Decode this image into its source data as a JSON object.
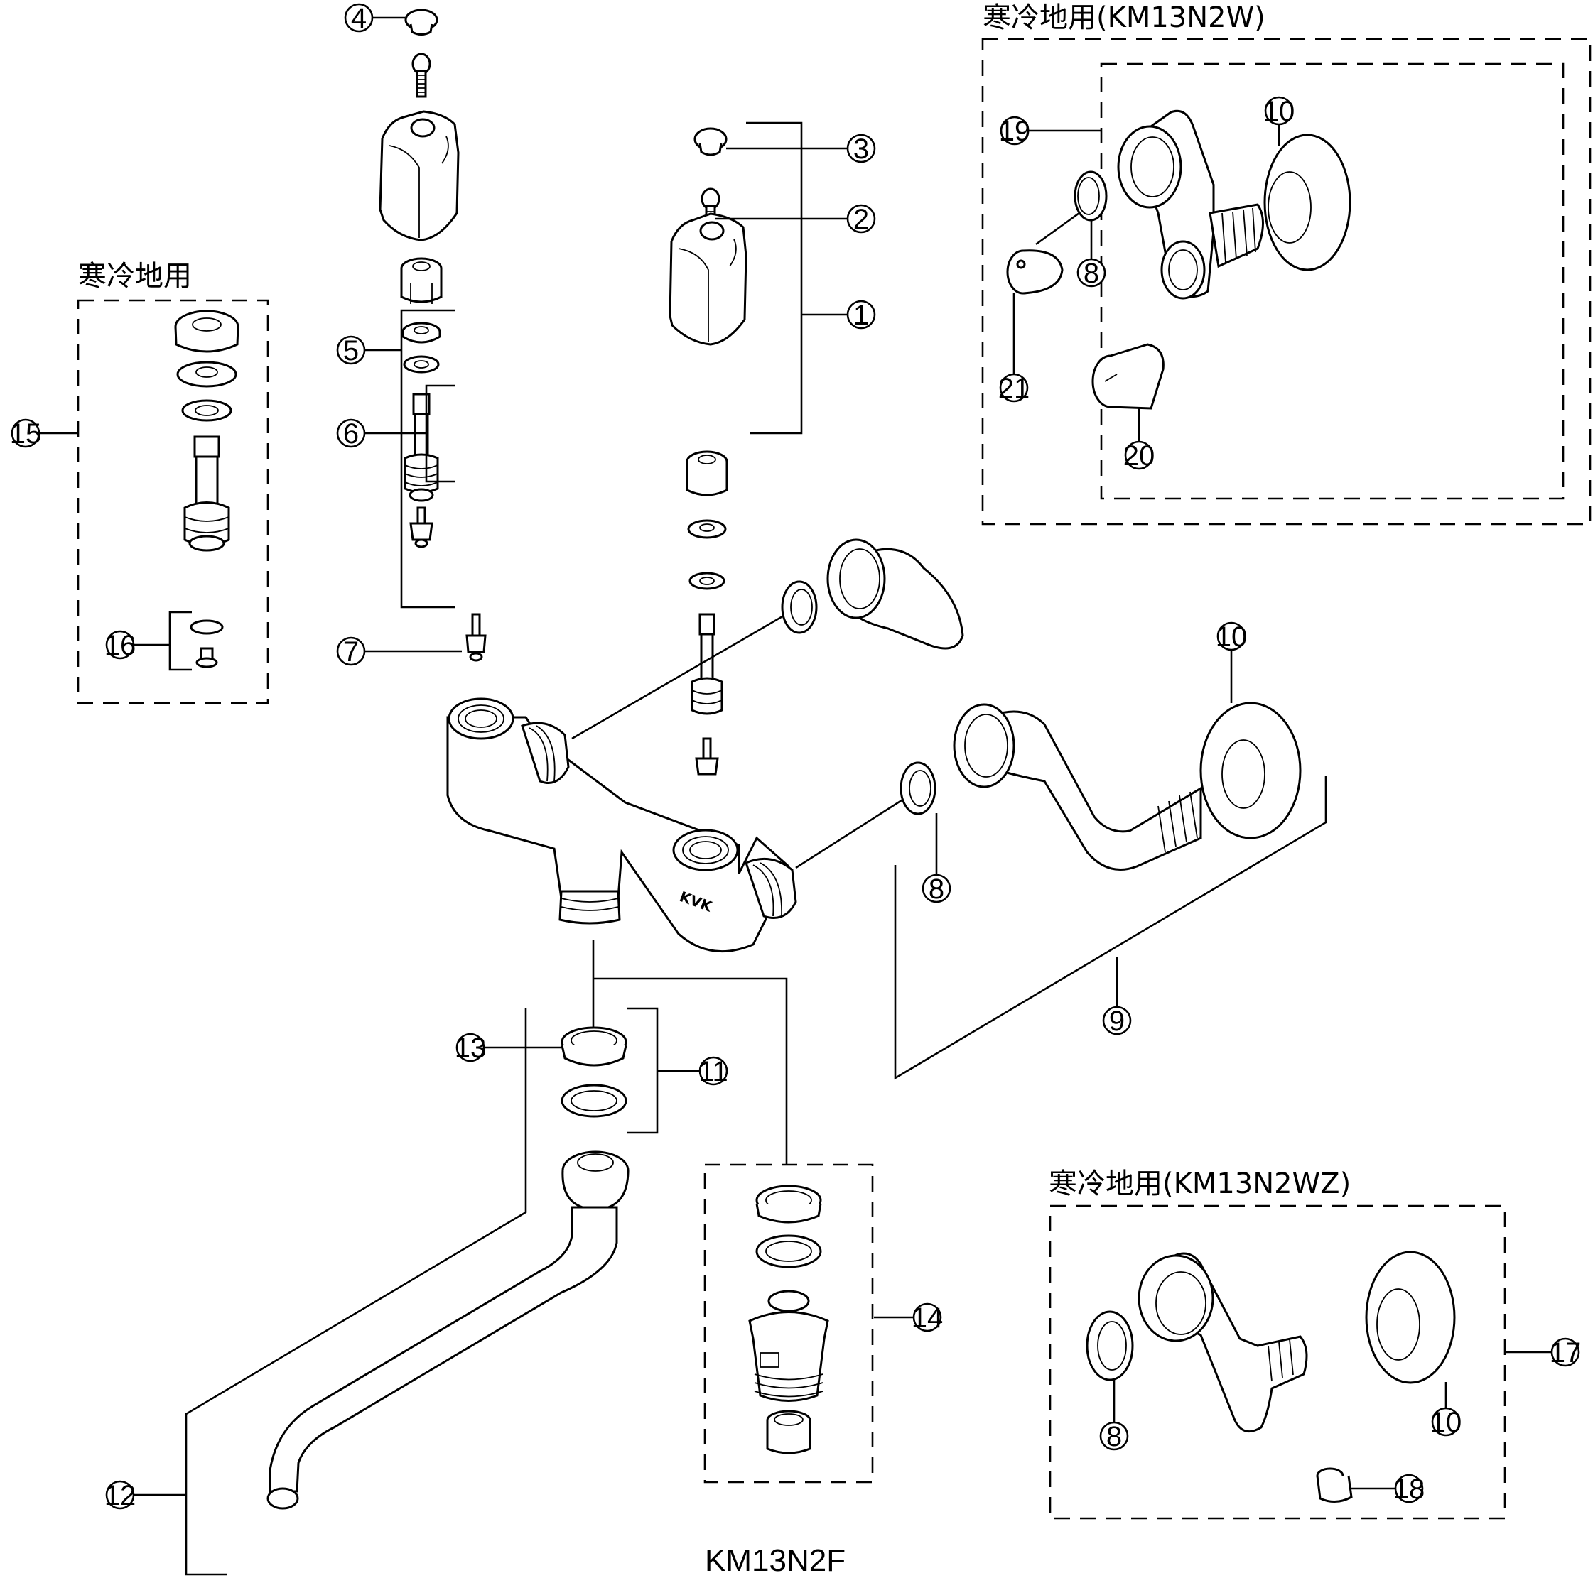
{
  "diagram": {
    "type": "exploded-parts-diagram",
    "brand_mark": "KVK",
    "groups": {
      "cold_region_km13n2w": {
        "title": "寒冷地用(KM13N2W)"
      },
      "cold_region_left": {
        "title": "寒冷地用"
      },
      "cold_region_km13n2wz": {
        "title": "寒冷地用(KM13N2WZ)"
      },
      "km13n2f": {
        "title": "KM13N2F"
      }
    },
    "callouts": {
      "c1": "1",
      "c2": "2",
      "c3": "3",
      "c4": "4",
      "c5": "5",
      "c6": "6",
      "c7": "7",
      "c8a": "8",
      "c8b": "8",
      "c8c": "8",
      "c9": "9",
      "c10a": "10",
      "c10b": "10",
      "c10c": "10",
      "c11": "11",
      "c12": "12",
      "c13": "13",
      "c14": "14",
      "c15": "15",
      "c16": "16",
      "c17": "17",
      "c18": "18",
      "c19": "19",
      "c20": "20",
      "c21": "21"
    }
  }
}
